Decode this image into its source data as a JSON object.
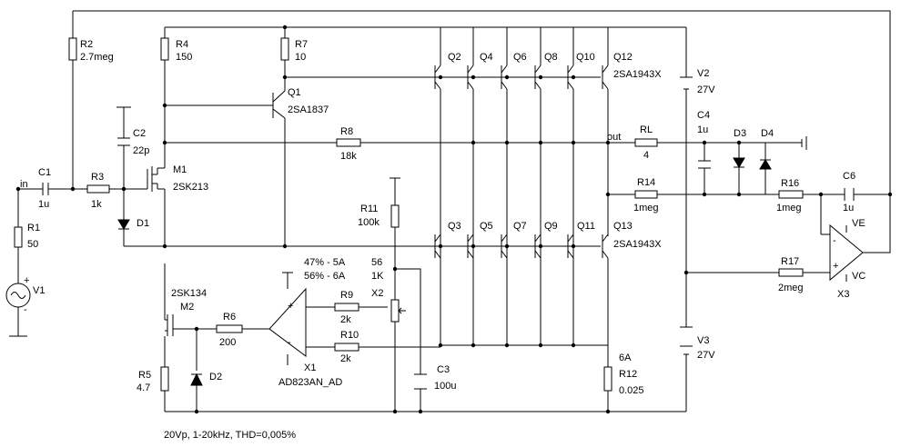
{
  "components": {
    "R2": {
      "ref": "R2",
      "value": "2.7meg"
    },
    "R4": {
      "ref": "R4",
      "value": "150"
    },
    "R7": {
      "ref": "R7",
      "value": "10"
    },
    "Q1": {
      "ref": "Q1",
      "value": "2SA1837"
    },
    "C2": {
      "ref": "C2",
      "value": "22p"
    },
    "R8": {
      "ref": "R8",
      "value": "18k"
    },
    "M1": {
      "ref": "M1",
      "value": "2SK213"
    },
    "C1": {
      "ref": "C1",
      "value": "1u"
    },
    "R3": {
      "ref": "R3",
      "value": "1k"
    },
    "D1": {
      "ref": "D1"
    },
    "R1": {
      "ref": "R1",
      "value": "50"
    },
    "V1": {
      "ref": "V1"
    },
    "R11": {
      "ref": "R11",
      "value": "100k"
    },
    "R9": {
      "ref": "R9",
      "value": "2k"
    },
    "R10": {
      "ref": "R10",
      "value": "2k"
    },
    "X1": {
      "ref": "X1",
      "value": "AD823AN_AD"
    },
    "X2": {
      "ref": "X2",
      "value": "1K",
      "top": "56"
    },
    "R6": {
      "ref": "R6",
      "value": "200"
    },
    "M2": {
      "ref": "M2",
      "value": "2SK134"
    },
    "R5": {
      "ref": "R5",
      "value": "4.7"
    },
    "D2": {
      "ref": "D2"
    },
    "C3": {
      "ref": "C3",
      "value": "100u"
    },
    "R12": {
      "ref": "R12",
      "value": "0.025",
      "note": "6A"
    },
    "V2": {
      "ref": "V2",
      "value": "27V"
    },
    "V3": {
      "ref": "V3",
      "value": "27V"
    },
    "RL": {
      "ref": "RL",
      "value": "4"
    },
    "C4": {
      "ref": "C4",
      "value": "1u"
    },
    "D3": {
      "ref": "D3"
    },
    "D4": {
      "ref": "D4"
    },
    "R14": {
      "ref": "R14",
      "value": "1meg"
    },
    "R16": {
      "ref": "R16",
      "value": "1meg"
    },
    "C6": {
      "ref": "C6",
      "value": "1u"
    },
    "R17": {
      "ref": "R17",
      "value": "2meg"
    },
    "X3": {
      "ref": "X3"
    }
  },
  "transistors_upper": [
    "Q2",
    "Q4",
    "Q6",
    "Q8",
    "Q10",
    "Q12"
  ],
  "transistors_lower": [
    "Q3",
    "Q5",
    "Q7",
    "Q9",
    "Q11",
    "Q13"
  ],
  "transistor_type": "2SA1943X",
  "nodes": {
    "in": "in",
    "out": "out"
  },
  "pins": {
    "ve": "VE",
    "vc": "VC",
    "plus": "+",
    "minus": "-"
  },
  "notes": {
    "bias1": "47% - 5A",
    "bias2": "56% - 6A",
    "footer": "20Vp, 1-20kHz, THD=0,005%"
  }
}
